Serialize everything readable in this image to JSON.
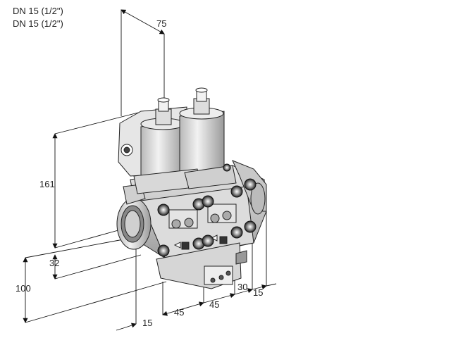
{
  "header": {
    "line1": "DN 15 (1/2\")",
    "line2": "DN 15 (1/2\")"
  },
  "dimensions": {
    "d75": "75",
    "d161": "161",
    "d32": "32",
    "d100": "100",
    "d15_bottom": "15",
    "d45_left": "45",
    "d45_right": "45",
    "d30": "30",
    "d15_right": "15"
  }
}
